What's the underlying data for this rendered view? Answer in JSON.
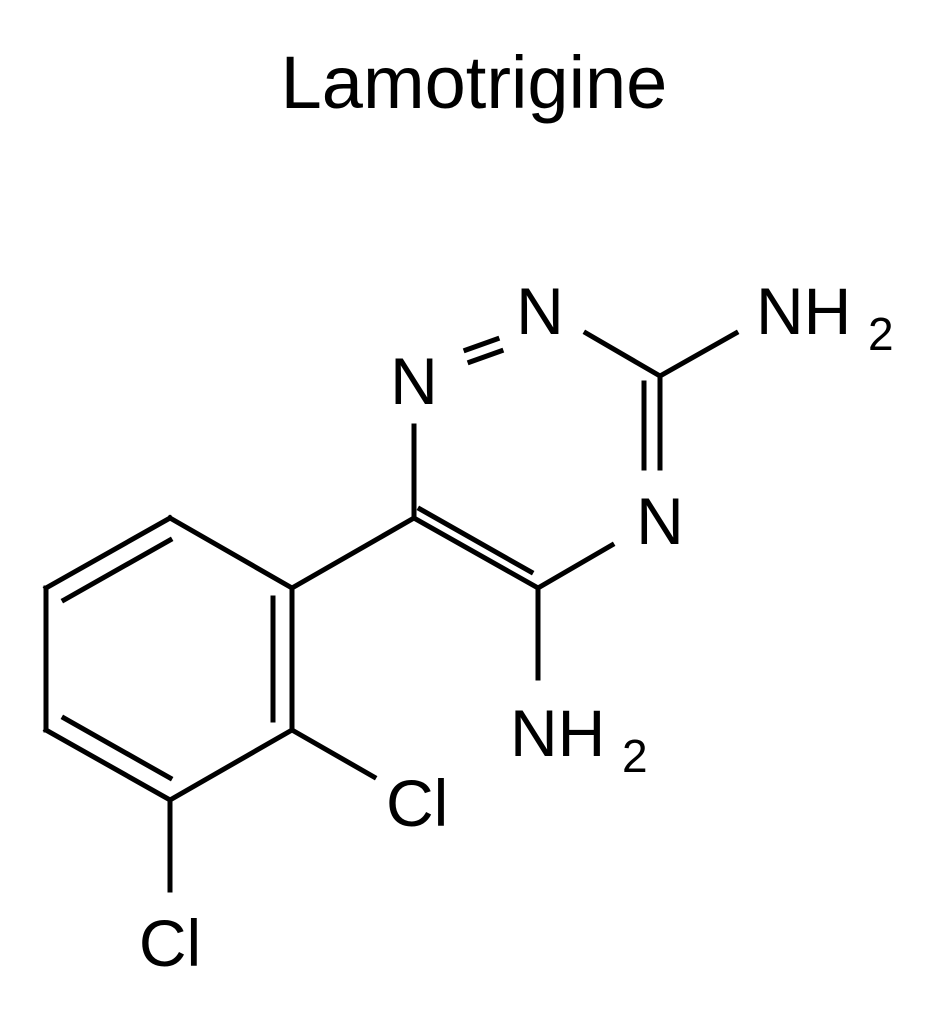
{
  "title": "Lamotrigine",
  "atoms": {
    "n1": "N",
    "n2": "N",
    "n4": "N",
    "amine_top": "NH",
    "amine_top_sub": "2",
    "amine_bottom": "NH",
    "amine_bottom_sub": "2",
    "cl_ortho": "Cl",
    "cl_meta": "Cl"
  },
  "colors": {
    "ink": "#000000",
    "background": "#ffffff"
  }
}
